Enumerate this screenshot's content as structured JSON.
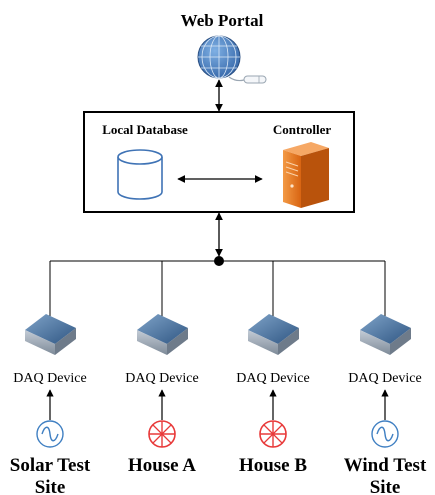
{
  "title": "Web Portal",
  "system": {
    "database_label": "Local Database",
    "controller_label": "Controller"
  },
  "devices": [
    {
      "label": "DAQ Device",
      "site_lines": [
        "Solar Test",
        "Site"
      ],
      "sensor": "sine-source-icon"
    },
    {
      "label": "DAQ Device",
      "site_lines": [
        "House A"
      ],
      "sensor": "house-load-icon"
    },
    {
      "label": "DAQ Device",
      "site_lines": [
        "House B"
      ],
      "sensor": "house-load-icon"
    },
    {
      "label": "DAQ Device",
      "site_lines": [
        "Wind Test",
        "Site"
      ],
      "sensor": "sine-source-icon"
    }
  ],
  "colors": {
    "globe_blue": "#4f86c6",
    "globe_lines": "#dbe8f6",
    "controller_orange": "#e0741f",
    "load_red": "#e83a3a",
    "source_blue": "#3f7fc2",
    "device_top": "#5b7fa6",
    "device_side": "#8fa0b2"
  }
}
